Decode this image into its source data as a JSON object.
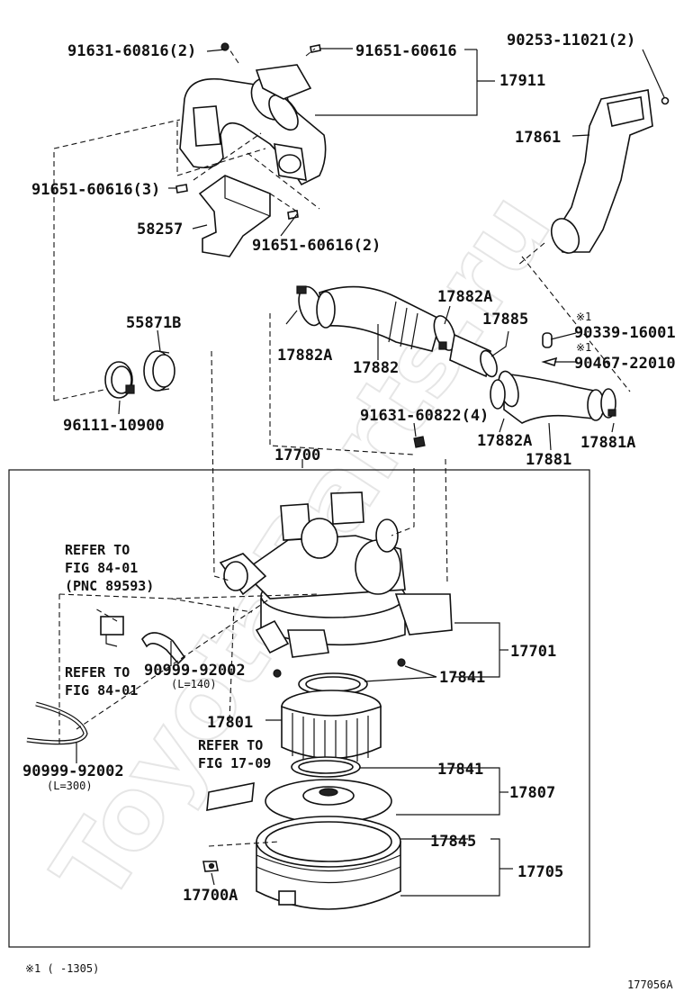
{
  "watermark": "ToyotaParts.ru",
  "callouts": {
    "p91631_60816": "91631-60816(2)",
    "p91651_60616_top": "91651-60616",
    "p17911": "17911",
    "p90253_11021": "90253-11021(2)",
    "p17861": "17861",
    "p91651_60616_3": "91651-60616(3)",
    "p58257": "58257",
    "p91651_60616_2": "91651-60616(2)",
    "p17882A_top": "17882A",
    "p17885": "17885",
    "p90339_16001": "90339-16001",
    "p90467_22010": "90467-22010",
    "p55871B": "55871B",
    "p17882A_left": "17882A",
    "p17882": "17882",
    "p96111_10900": "96111-10900",
    "p91631_60822": "91631-60822(4)",
    "p17882A_bottom": "17882A",
    "p17881A": "17881A",
    "p17881": "17881",
    "p17700": "17700",
    "p17701": "17701",
    "p17841_upper": "17841",
    "p90999_92002_mid": "90999-92002",
    "p90999_92002_left": "90999-92002",
    "p17801": "17801",
    "p17841_lower": "17841",
    "p17807": "17807",
    "p17845": "17845",
    "p17705": "17705",
    "p17700A": "17700A"
  },
  "marks": {
    "note1_a": "※1",
    "note1_b": "※1"
  },
  "lengths": {
    "l140": "(L=140)",
    "l300": "(L=300)"
  },
  "refers": {
    "r1_l1": "REFER TO",
    "r1_l2": "FIG 84-01",
    "r1_l3": "(PNC 89593)",
    "r2_l1": "REFER TO",
    "r2_l2": "FIG 84-01",
    "r3_l1": "REFER TO",
    "r3_l2": "FIG 17-09"
  },
  "footnote": "※1 (     -1305)",
  "diagram_id": "177056A"
}
